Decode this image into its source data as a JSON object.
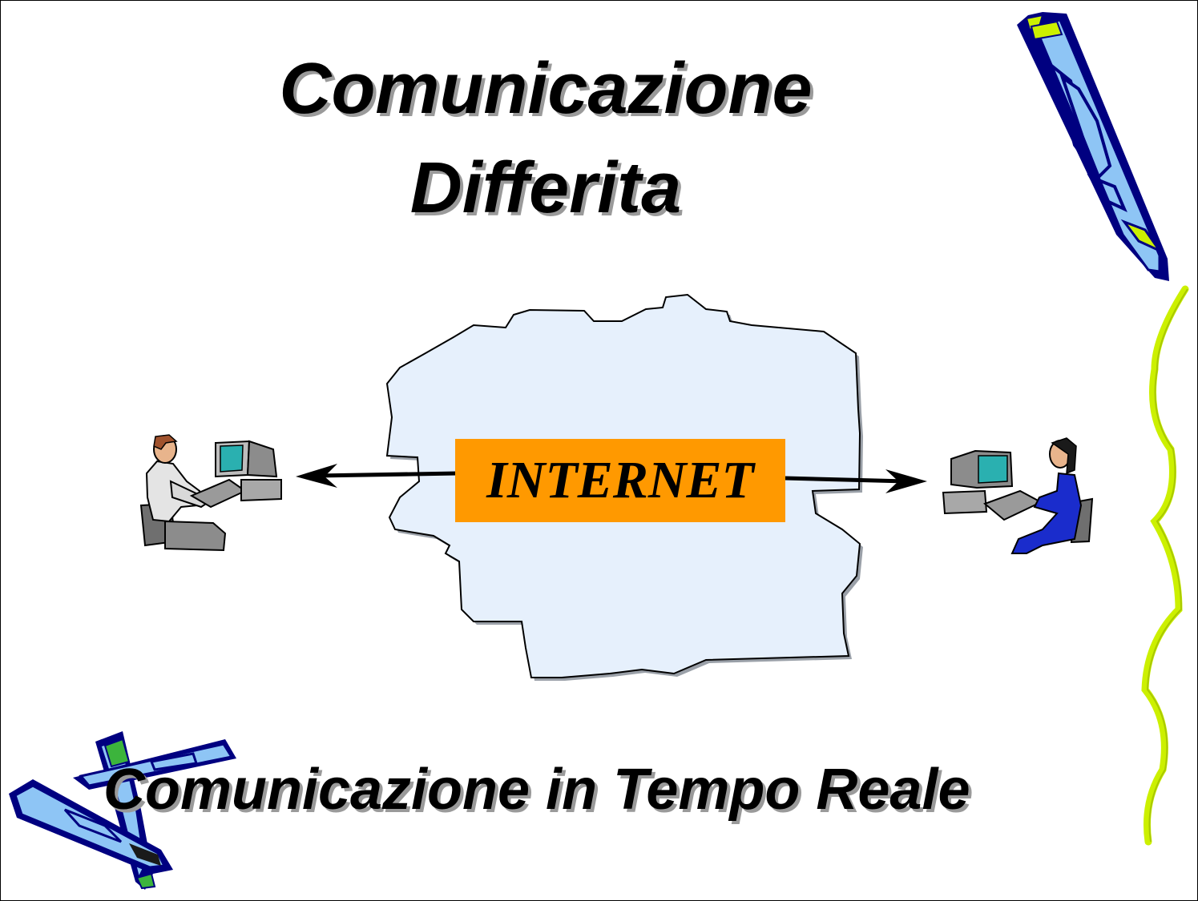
{
  "slide": {
    "title_line1": "Comunicazione",
    "title_line2": "Differita",
    "network_label": "INTERNET",
    "bottom_title": "Comunicazione in Tempo Reale"
  },
  "colors": {
    "cloud_fill": "#e6f0fc",
    "label_fill": "#ff9900",
    "pen_body": "#8ec5f5",
    "pen_outline": "#000080",
    "accent_green": "#ccf000"
  },
  "icons": [
    "man-at-computer-icon",
    "woman-at-computer-icon",
    "pen-icon",
    "pens-icon",
    "squiggle-border"
  ]
}
